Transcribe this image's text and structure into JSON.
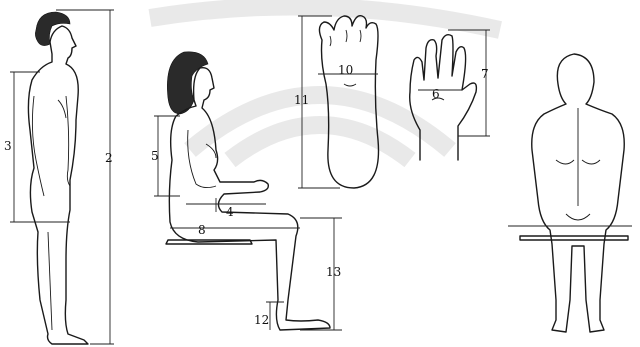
{
  "labels": {
    "standing_stature": "2",
    "standing_hip_height": "3",
    "seated_shoulder": "5",
    "seated_elbow": "4",
    "buttock_knee": "8",
    "popliteal_height": "13",
    "knee_floor": "12",
    "foot_length": "11",
    "foot_width": "10",
    "hand_length": "7",
    "hand_width": "6"
  },
  "colors": {
    "line": "#1a1a1a",
    "watermark": "#e9e9e9",
    "background": "#ffffff"
  }
}
